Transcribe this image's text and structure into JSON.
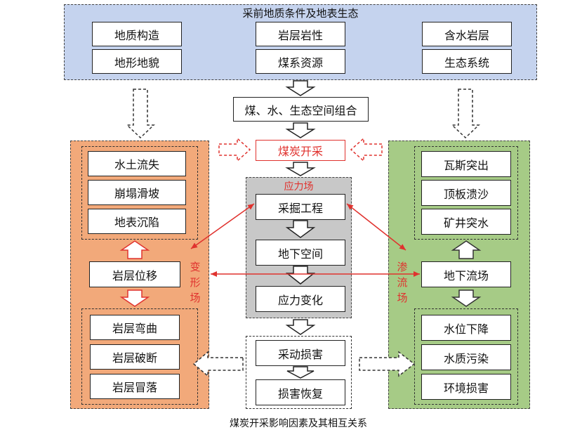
{
  "colors": {
    "top_panel": "#c5d3ee",
    "left_panel": "#f2a97a",
    "right_panel": "#a6cb86",
    "center_panel": "#c8c8c8",
    "accent_red": "#e0322e"
  },
  "top": {
    "title": "采前地质条件及地表生态",
    "items": [
      "地质构造",
      "岩层岩性",
      "含水岩层",
      "地形地貌",
      "煤系资源",
      "生态系统"
    ]
  },
  "center": {
    "combo": "煤、水、生态空间组合",
    "mining": "煤炭开采",
    "stress_title": "应力场",
    "stress_items": [
      "采掘工程",
      "地下空间",
      "应力变化"
    ],
    "damage_items": [
      "采动损害",
      "损害恢复"
    ]
  },
  "left": {
    "label": "变形场",
    "top_items": [
      "水土流失",
      "崩塌滑坡",
      "地表沉陷"
    ],
    "middle": "岩层位移",
    "bottom_items": [
      "岩层弯曲",
      "岩层破断",
      "岩层冒落"
    ]
  },
  "right": {
    "label": "渗流场",
    "top_items": [
      "瓦斯突出",
      "顶板溃沙",
      "矿井突水"
    ],
    "middle": "地下流场",
    "bottom_items": [
      "水位下降",
      "水质污染",
      "环境损害"
    ]
  },
  "caption": "煤炭开采影响因素及其相互关系"
}
